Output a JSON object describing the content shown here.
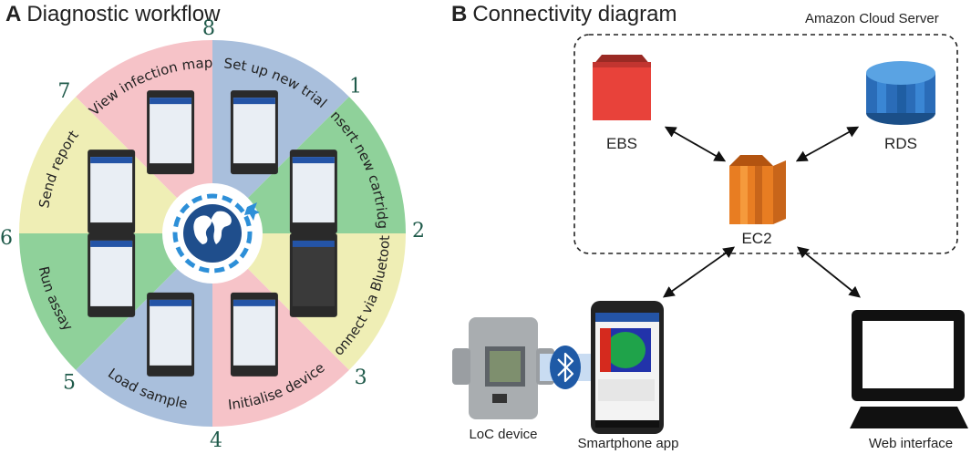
{
  "panel_a": {
    "letter": "A",
    "title": "Diagnostic workflow",
    "steps": [
      {
        "number": "1",
        "label": "Set up new trial",
        "color": "#a9bfdc"
      },
      {
        "number": "2",
        "label": "Insert new cartridge",
        "color": "#8fd19a"
      },
      {
        "number": "3",
        "label": "Connect via Bluetooth",
        "color": "#efeeb5"
      },
      {
        "number": "4",
        "label": "Initialise device",
        "color": "#f6c3c8"
      },
      {
        "number": "5",
        "label": "Load sample",
        "color": "#a9bfdc"
      },
      {
        "number": "6",
        "label": "Run assay",
        "color": "#8fd19a"
      },
      {
        "number": "7",
        "label": "Send report",
        "color": "#efeeb5"
      },
      {
        "number": "8",
        "label": "View infection map",
        "color": "#f6c3c8"
      }
    ],
    "center_icon": "globe-airplane-icon",
    "accent_color": "#1f4e8c",
    "number_color": "#1f5a4a"
  },
  "panel_b": {
    "letter": "B",
    "title": "Connectivity diagram",
    "cloud_label": "Amazon Cloud Server",
    "nodes": {
      "ebs": "EBS",
      "rds": "RDS",
      "ec2": "EC2",
      "loc_device": "LoC device",
      "smartphone": "Smartphone app",
      "web": "Web interface"
    },
    "colors": {
      "ebs": "#e8423a",
      "rds": "#2a6cb8",
      "ec2": "#e87d22",
      "bluetooth": "#1f5aa6"
    }
  }
}
